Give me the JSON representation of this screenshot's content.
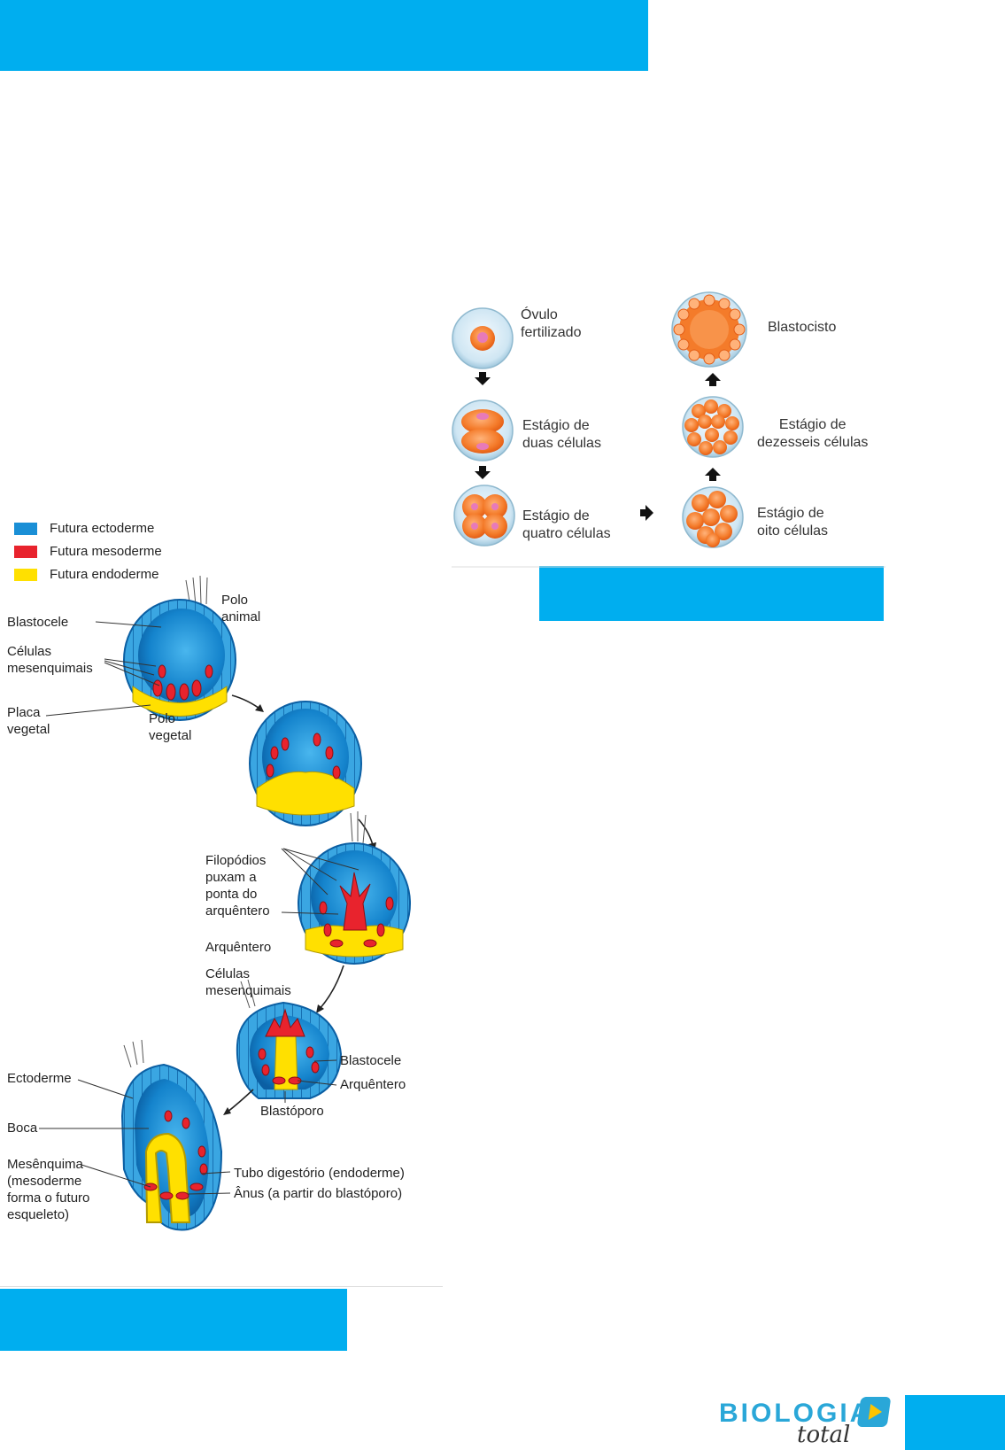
{
  "colors": {
    "accent_bar": "#00aeef",
    "ectoderm": "#1a8fd6",
    "mesoderm": "#e8232d",
    "endoderm": "#ffe000",
    "cell_orange": "#f47b2a"
  },
  "cleavage": {
    "stages": [
      {
        "label_line1": "Óvulo",
        "label_line2": "fertilizado"
      },
      {
        "label_line1": "Estágio de",
        "label_line2": "duas células"
      },
      {
        "label_line1": "Estágio de",
        "label_line2": "quatro células"
      },
      {
        "label_line1": "Estágio de",
        "label_line2": "oito células"
      },
      {
        "label_line1": "Estágio de",
        "label_line2": "dezesseis células"
      },
      {
        "label_line1": "Blastocisto",
        "label_line2": ""
      }
    ]
  },
  "gastrulation": {
    "legend": [
      {
        "label": "Futura ectoderme",
        "color": "#1a8fd6"
      },
      {
        "label": "Futura mesoderme",
        "color": "#e8232d"
      },
      {
        "label": "Futura endoderme",
        "color": "#ffe000"
      }
    ],
    "labels": {
      "polo_animal_1": "Polo",
      "polo_animal_2": "animal",
      "blastocele": "Blastocele",
      "celulas_mes_1": "Células",
      "celulas_mes_2": "mesenquimais",
      "placa_1": "Placa",
      "placa_2": "vegetal",
      "polo_vegetal_1": "Polo",
      "polo_vegetal_2": "vegetal",
      "filo_1": "Filopódios",
      "filo_2": "puxam a",
      "filo_3": "ponta do",
      "filo_4": "arquêntero",
      "arquentero": "Arquêntero",
      "celulas_mes_b1": "Células",
      "celulas_mes_b2": "mesenquimais",
      "blastocele_2": "Blastocele",
      "arquentero_2": "Arquêntero",
      "blastoporo": "Blastóporo",
      "ectoderme": "Ectoderme",
      "boca": "Boca",
      "mesenquima_1": "Mesênquima",
      "mesenquima_2": "(mesoderme",
      "mesenquima_3": "forma o futuro",
      "mesenquima_4": "esqueleto)",
      "tubo": "Tubo digestório (endoderme)",
      "anus": "Ânus (a partir do blastóporo)"
    }
  },
  "logo": {
    "word": "BIOLOGIA",
    "sub": "total"
  }
}
